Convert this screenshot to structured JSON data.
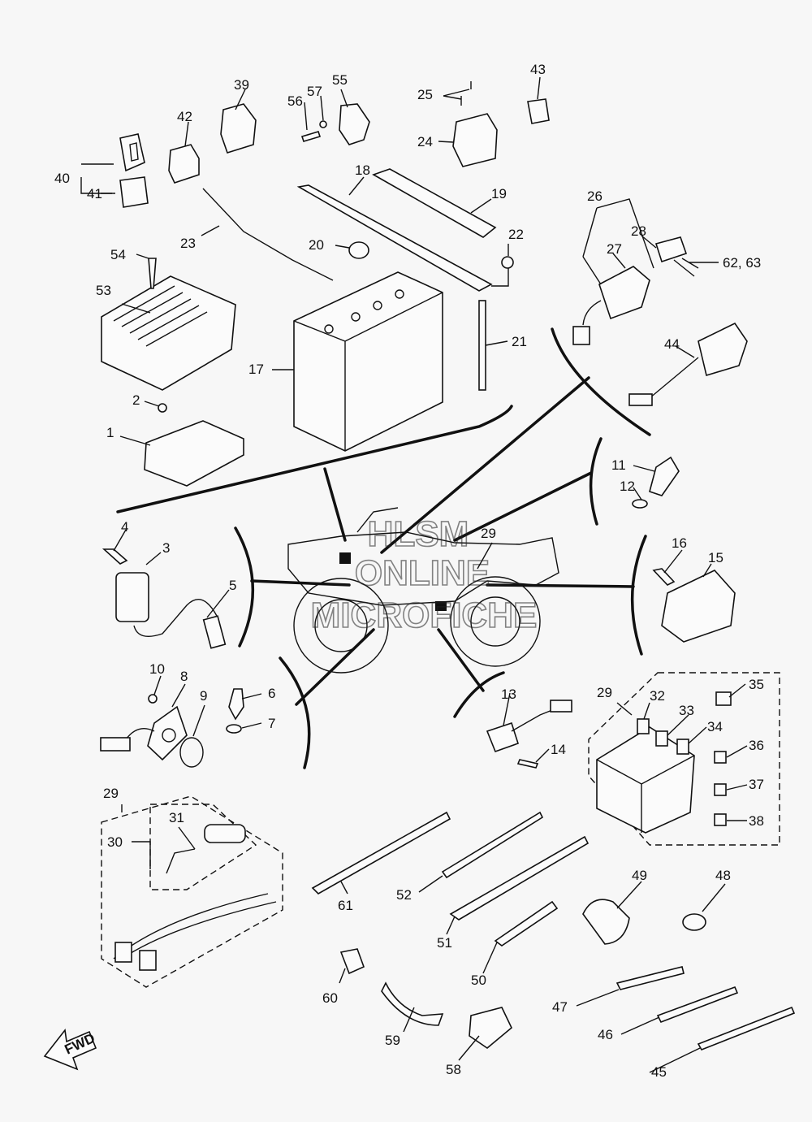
{
  "watermark": {
    "line1": "HLSM",
    "line2": "ONLINE",
    "line3": "MICROFICHE"
  },
  "fwd_label": "FWD",
  "callouts": {
    "c1": "1",
    "c2": "2",
    "c3": "3",
    "c4": "4",
    "c5": "5",
    "c6": "6",
    "c7": "7",
    "c8": "8",
    "c9": "9",
    "c10": "10",
    "c11": "11",
    "c12": "12",
    "c13": "13",
    "c14": "14",
    "c15": "15",
    "c16": "16",
    "c17": "17",
    "c18": "18",
    "c19": "19",
    "c20": "20",
    "c21": "21",
    "c22": "22",
    "c23": "23",
    "c24": "24",
    "c25": "25",
    "c26": "26",
    "c27": "27",
    "c28": "28",
    "c29a": "29",
    "c29b": "29",
    "c29c": "29",
    "c30": "30",
    "c31": "31",
    "c32": "32",
    "c33": "33",
    "c34": "34",
    "c35": "35",
    "c36": "36",
    "c37": "37",
    "c38": "38",
    "c39": "39",
    "c40": "40",
    "c41": "41",
    "c42": "42",
    "c43": "43",
    "c44": "44",
    "c45": "45",
    "c46": "46",
    "c47": "47",
    "c48": "48",
    "c49": "49",
    "c50": "50",
    "c51": "51",
    "c52": "52",
    "c53": "53",
    "c54": "54",
    "c55": "55",
    "c56": "56",
    "c57": "57",
    "c58": "58",
    "c59": "59",
    "c60": "60",
    "c61": "61",
    "c62": "62, 63"
  }
}
